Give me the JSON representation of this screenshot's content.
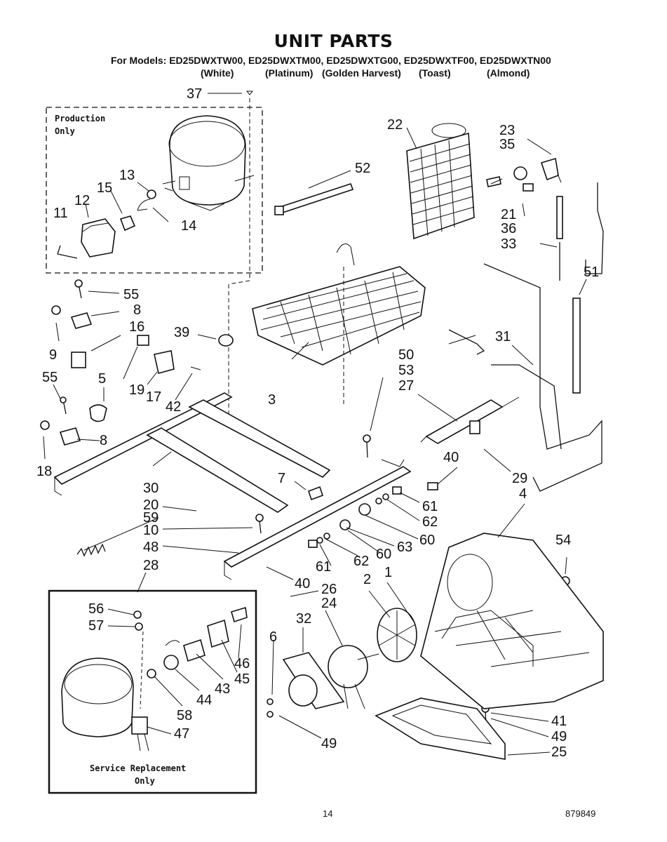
{
  "header": {
    "title": "UNIT PARTS",
    "models_line": "For Models:  ED25DWXTW00, ED25DWXTM00, ED25DWXTG00, ED25DWXTF00, ED25DWXTN00",
    "colors": [
      "(White)",
      "(Platinum)",
      "(Golden Harvest)",
      "(Toast)",
      "(Almond)"
    ]
  },
  "boxes": {
    "production": [
      "Production",
      "Only"
    ],
    "service": [
      "Service Replacement",
      "Only"
    ]
  },
  "callouts": [
    "37",
    "22",
    "23",
    "35",
    "52",
    "13",
    "15",
    "12",
    "11",
    "14",
    "21",
    "36",
    "33",
    "51",
    "55",
    "8",
    "16",
    "9",
    "39",
    "19",
    "17",
    "42",
    "55",
    "5",
    "3",
    "50",
    "53",
    "27",
    "31",
    "8",
    "18",
    "30",
    "40",
    "29",
    "7",
    "4",
    "20",
    "59",
    "10",
    "61",
    "62",
    "60",
    "63",
    "48",
    "54",
    "61",
    "62",
    "60",
    "28",
    "40",
    "26",
    "2",
    "1",
    "56",
    "24",
    "32",
    "57",
    "6",
    "46",
    "43",
    "45",
    "44",
    "58",
    "47",
    "41",
    "49",
    "49",
    "25"
  ],
  "footer": {
    "page_number": "14",
    "doc_number": "879849"
  }
}
